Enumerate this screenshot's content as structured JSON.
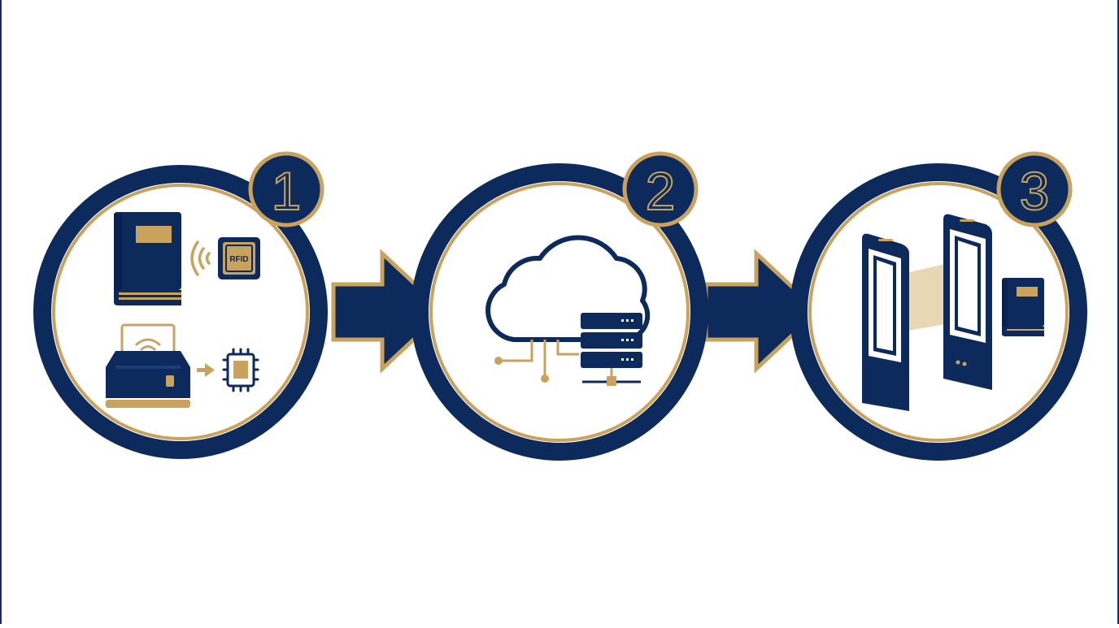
{
  "colors": {
    "navy": "#0d2a5c",
    "gold": "#c9a25e",
    "gold_light": "#e6d3ad",
    "white": "#ffffff"
  },
  "steps": [
    {
      "number": "1",
      "icons": [
        "book-icon",
        "signal-waves-icon",
        "rfid-tag-icon",
        "rfid-encoder-printer-icon",
        "arrow-right-icon",
        "chip-icon"
      ]
    },
    {
      "number": "2",
      "icons": [
        "cloud-icon",
        "network-nodes-icon",
        "server-rack-icon"
      ]
    },
    {
      "number": "3",
      "icons": [
        "security-gate-left-icon",
        "security-gate-right-icon",
        "detection-field-icon",
        "book-icon"
      ]
    }
  ],
  "rfid_tag": {
    "label": "RFID"
  }
}
